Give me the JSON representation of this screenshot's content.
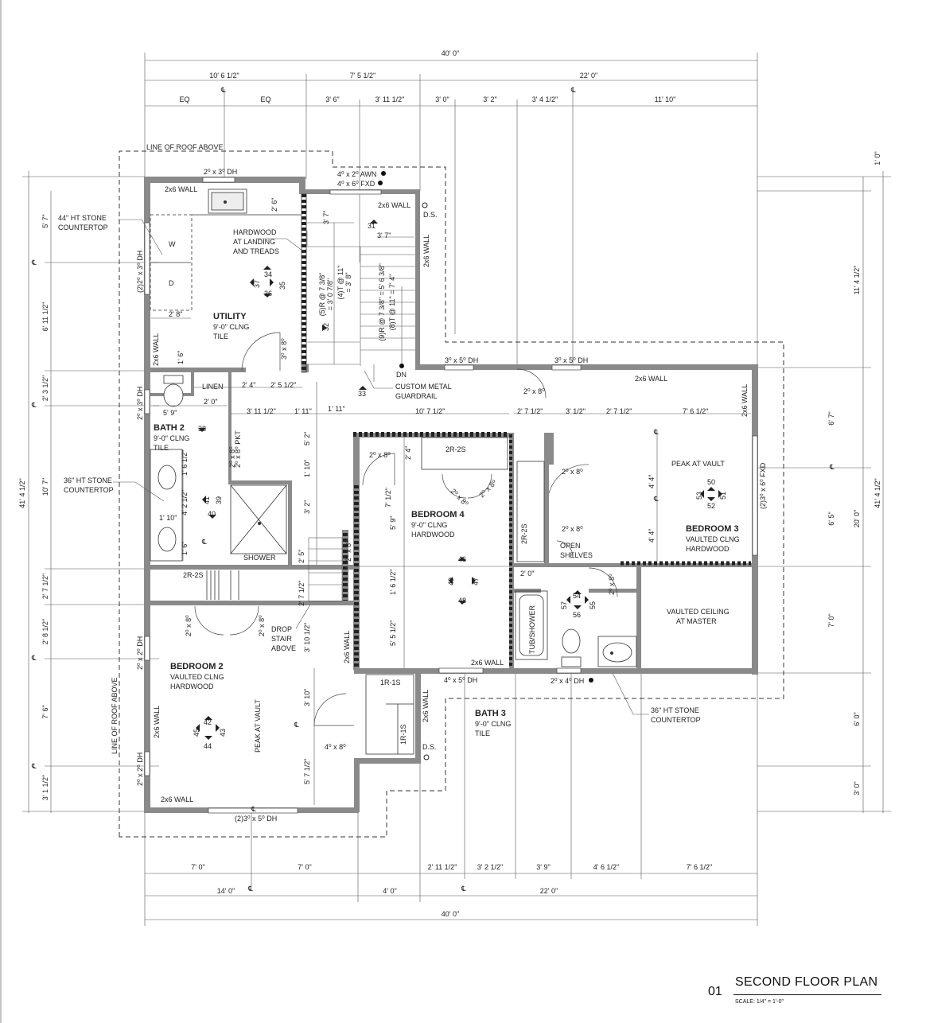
{
  "title": {
    "number": "01",
    "name": "SECOND FLOOR PLAN",
    "scale": "SCALE: 1/4\" = 1'-0\""
  },
  "rooms": {
    "utility": {
      "name": "UTILITY",
      "clng": "9'-0\" CLNG",
      "floor": "TILE"
    },
    "bath2": {
      "name": "BATH 2",
      "clng": "9'-0\" CLNG",
      "floor": "TILE"
    },
    "bedroom2": {
      "name": "BEDROOM 2",
      "clng": "VAULTED CLNG",
      "floor": "HARDWOOD"
    },
    "bedroom4": {
      "name": "BEDROOM 4",
      "clng": "9'-0\" CLNG",
      "floor": "HARDWOOD"
    },
    "bedroom3": {
      "name": "BEDROOM 3",
      "clng": "VAULTED CLNG",
      "floor": "HARDWOOD"
    },
    "bath3": {
      "name": "BATH 3",
      "clng": "9'-0\" CLNG",
      "floor": "TILE"
    }
  },
  "notes": {
    "roof_top": "LINE OF ROOF ABOVE",
    "roof_left": "LINE OF ROOF ABOVE",
    "counter44_1": "44\" HT STONE",
    "counter44_2": "COUNTERTOP",
    "counter36a_1": "36\" HT STONE",
    "counter36a_2": "COUNTERTOP",
    "counter36b_1": "36\" HT STONE",
    "counter36b_2": "COUNTERTOP",
    "hardwood_1": "HARDWOOD",
    "hardwood_2": "AT LANDING",
    "hardwood_3": "AND TREADS",
    "guard_1": "CUSTOM METAL",
    "guard_2": "GUARDRAIL",
    "drop_1": "DROP",
    "drop_2": "STAIR",
    "drop_3": "ABOVE",
    "vault_master_1": "VAULTED CEILING",
    "vault_master_2": "AT MASTER",
    "peak_vault_b3": "PEAK AT VAULT",
    "peak_vault_b2": "PEAK AT VAULT",
    "open_1": "OPEN",
    "open_2": "SHELVES",
    "linen": "LINEN",
    "shower": "SHOWER",
    "tub": "TUB/SHOWER",
    "washer": "W",
    "dryer": "D",
    "dn": "DN",
    "ds1": "D.S.",
    "ds2": "D.S.",
    "r2s_a": "2R-2S",
    "r2s_b": "2R-2S",
    "r2s_c": "2R-2S",
    "r1s_a": "1R-1S",
    "r1s_b": "1R-1S",
    "pkt": "2⁰ x 8⁰ PKT"
  },
  "walls": {
    "w1": "2x6 WALL",
    "w2": "2x6 WALL",
    "w3": "2x6 WALL",
    "w4": "2x6 WALL",
    "w5": "2x6 WALL",
    "w6": "2x6 WALL",
    "w7": "2x6 WALL",
    "w8": "2x6 WALL",
    "w9": "2x6 WALL",
    "w10": "2x6 WALL",
    "w11": "2x6 WALL",
    "w12": "2x6 WALL"
  },
  "openings": {
    "o1": "2⁰ x 3⁰ DH",
    "o2": "4⁰ x 2⁰ AWN",
    "o3": "4⁰ x 6⁰ FXD",
    "o4": "(2)2⁰ x 3⁰ DH",
    "o5": "3⁰ x 5⁰ DH",
    "o6": "3⁰ x 5⁰ DH",
    "o7": "2⁰ x 3⁰ DH",
    "o8": "(2)3⁰ x 6⁰ FXD",
    "o9": "4⁰ x 5⁰ DH",
    "o10": "2⁰ x 4⁰ DH",
    "o11": "2⁰ x 2⁰ DH",
    "o12": "2⁰ x 2⁰ DH",
    "o13": "(2)3⁰ x 5⁰ DH",
    "d1": "2⁰ x 8⁰",
    "d2": "3⁰ x 8⁰",
    "d3": "2⁰ x 8⁰",
    "d4": "2⁰ x 8⁰",
    "d5": "2⁰ x 8⁰",
    "d6": "2⁰ x 8⁰",
    "d7": "2⁰ x 8⁰",
    "d8": "2⁰ x 8⁰",
    "d9": "2⁰ x 8⁰",
    "d10": "2⁰ x 8⁰",
    "d11": "2⁰ x 8⁰",
    "d12": "2⁰ x 8⁰",
    "d13": "4⁰ x 8⁰",
    "d14": "2⁰ x 8⁰",
    "d15": "2⁰ x 8⁰"
  },
  "dims_top": {
    "overall": "40' 0\"",
    "a": "10' 6 1/2\"",
    "b": "7' 5 1/2\"",
    "c": "22' 0\"",
    "eq1": "EQ",
    "eq2": "EQ",
    "d": "3' 6\"",
    "e": "3' 11 1/2\"",
    "f": "3' 0\"",
    "g": "3' 2\"",
    "h": "3' 4 1/2\"",
    "i": "11' 10\""
  },
  "dims_bottom": {
    "a": "7' 0\"",
    "b": "7' 0\"",
    "c": "2' 11 1/2\"",
    "d": "3' 2 1/2\"",
    "e": "3' 9\"",
    "f": "4' 6 1/2\"",
    "g": "7' 6 1/2\"",
    "h": "14' 0\"",
    "i": "4' 0\"",
    "j": "22' 0\"",
    "overall": "40' 0\""
  },
  "dims_left": {
    "overall": "41' 4 1/2\"",
    "a": "5' 7\"",
    "b": "6' 11 1/2\"",
    "c": "2' 3 1/2\"",
    "d": "10' 7\"",
    "e": "2' 7 1/2\"",
    "f": "2' 8 1/2\"",
    "g": "7' 6\"",
    "h": "3' 1 1/2\""
  },
  "dims_right": {
    "top": "1' 0\"",
    "a": "11' 4 1/2\"",
    "overall": "41' 4 1/2\"",
    "b": "6' 7\"",
    "c": "6' 5\"",
    "d": "20' 0\"",
    "e": "7' 0\"",
    "f": "6' 0\"",
    "g": "3' 0\""
  },
  "dims_interior": {
    "i1": "2' 6\"",
    "i2": "3' 7\"",
    "i3": "3' 7\"",
    "i4": "2' 8\"",
    "i5": "1' 6\"",
    "i6": "2' 4\"",
    "i7": "2' 5 1/2\"",
    "i8": "2' 0\"",
    "i9": "5' 9\"",
    "i10": "3' 11 1/2\"",
    "i11": "1' 11\"",
    "i12": "1' 11\"",
    "i13": "10' 7 1/2\"",
    "i14": "2' 7 1/2\"",
    "i15": "3' 1/2\"",
    "i16": "2' 7 1/2\"",
    "i17": "7' 6 1/2\"",
    "i18": "5' 2\"",
    "i19": "1' 10\"",
    "i20": "3' 2\"",
    "i21": "2' 5\"",
    "i22": "2' 7 1/2\"",
    "i23": "3' 10 1/2\"",
    "i24": "2' 4\"",
    "i25": "7' 1/2\"",
    "i26": "5' 9\"",
    "i27": "1' 6 1/2\"",
    "i28": "5' 5 1/2\"",
    "i29": "1' 6 1/2\"",
    "i30": "4' 2 1/2\"",
    "i31": "1' 10\"",
    "i32": "1' 6\"",
    "i33": "4' 4\"",
    "i34": "4' 4\"",
    "i35": "2' 0\"",
    "i36": "3' 10\"",
    "i37": "5' 7 1/2\""
  },
  "stair": {
    "r1": "(5)R @ 7 3/8\"",
    "r2": "= 3' 0 7/8\"",
    "r3": "(4)T @ 11\"",
    "r4": "= 3' 8\"",
    "r5": "(9)R @ 7 3/8\" = 5' 6 3/8\"",
    "r6": "(8)T @ 11\" = 7' 4\""
  },
  "tags": [
    "31",
    "32",
    "33",
    "34",
    "35",
    "36",
    "37",
    "38",
    "39",
    "40",
    "41",
    "42",
    "43",
    "44",
    "45",
    "46",
    "47",
    "48",
    "49",
    "50",
    "51",
    "52",
    "53",
    "54",
    "55",
    "56",
    "57"
  ]
}
